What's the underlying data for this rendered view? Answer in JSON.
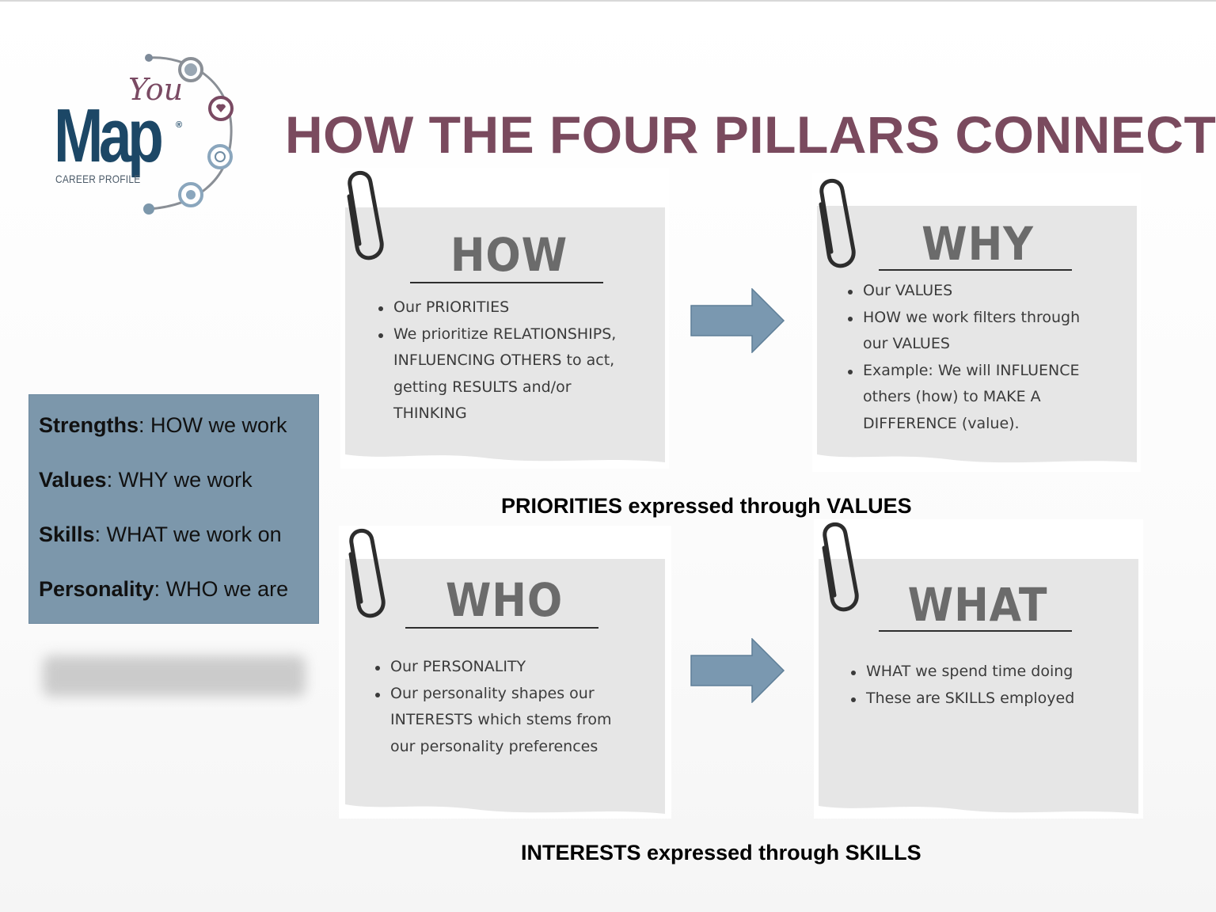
{
  "logo": {
    "you": "You",
    "map": "Map",
    "registered": "®",
    "subtitle": "CAREER PROFILE"
  },
  "title": "HOW THE FOUR PILLARS CONNECT",
  "legend": [
    {
      "term": "Strengths",
      "rest": ": HOW we work"
    },
    {
      "term": "Values",
      "rest": ": WHY we work"
    },
    {
      "term": "Skills",
      "rest": ": WHAT we work on"
    },
    {
      "term": "Personality",
      "rest": ": WHO we are"
    }
  ],
  "cards": {
    "how": {
      "heading": "HOW",
      "bullets": [
        "Our PRIORITIES",
        "We prioritize RELATIONSHIPS,",
        "INFLUENCING OTHERS to act,",
        "getting RESULTS and/or",
        "THINKING"
      ]
    },
    "why": {
      "heading": "WHY",
      "bullets": [
        "Our VALUES",
        "HOW we work filters through",
        "our VALUES",
        "Example: We will INFLUENCE",
        "others (how) to MAKE A",
        "DIFFERENCE (value)."
      ]
    },
    "who": {
      "heading": "WHO",
      "bullets": [
        "Our PERSONALITY",
        "Our personality shapes our",
        "INTERESTS which stems from",
        "our personality preferences"
      ]
    },
    "what": {
      "heading": "WHAT",
      "bullets": [
        "WHAT we spend time doing",
        "These are SKILLS employed"
      ]
    }
  },
  "captions": {
    "top": "PRIORITIES expressed through VALUES",
    "bottom": "INTERESTS expressed through SKILLS"
  },
  "colors": {
    "title": "#7a4a5e",
    "legend_bg": "#7c97ab",
    "arrow": "#7a98b0",
    "logo_navy": "#1c4766",
    "logo_plum": "#7a4a63"
  }
}
